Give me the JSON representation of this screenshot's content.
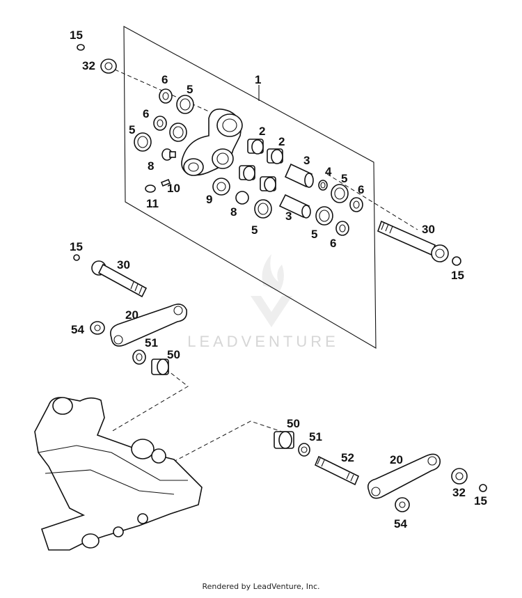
{
  "watermark": {
    "brand": "LEADVENTURE"
  },
  "footer": {
    "credit": "Rendered by LeadVenture, Inc."
  },
  "callouts": {
    "c15a": "15",
    "c32a": "32",
    "c1": "1",
    "c6a": "6",
    "c5a": "5",
    "c6b": "6",
    "c5b": "5",
    "c8a": "8",
    "c10": "10",
    "c11": "11",
    "c2a": "2",
    "c2b": "2",
    "c3a": "3",
    "c4": "4",
    "c5c": "5",
    "c6c": "6",
    "c9": "9",
    "c8b": "8",
    "c3b": "3",
    "c5d": "5",
    "c5e": "5",
    "c6d": "6",
    "c30a": "30",
    "c15b": "15",
    "c15c": "15",
    "c30b": "30",
    "c20a": "20",
    "c54a": "54",
    "c51a": "51",
    "c50a": "50",
    "c50b": "50",
    "c51b": "51",
    "c52": "52",
    "c20b": "20",
    "c32b": "32",
    "c15d": "15",
    "c54b": "54"
  }
}
